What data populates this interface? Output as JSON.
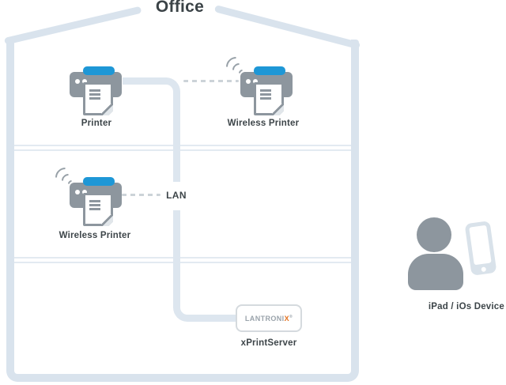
{
  "diagram": {
    "title": "Office",
    "network": {
      "lan_label": "LAN"
    },
    "nodes": {
      "printer": {
        "label": "Printer"
      },
      "wireless_printer_top": {
        "label": "Wireless Printer"
      },
      "wireless_printer_mid": {
        "label": "Wireless Printer"
      },
      "xprintserver": {
        "label": "xPrintServer",
        "logo_prefix": "LANTRONI",
        "logo_x": "X",
        "logo_mark": "®"
      },
      "ipad": {
        "label": "iPad / iOs Device"
      }
    },
    "icons": {
      "printer-icon": "gray printer with blue tray and paper sheet",
      "wifi-waves-icon": "three gray signal arcs",
      "person-icon": "gray head and torso silhouette",
      "tablet-icon": "light rounded tablet with home button",
      "lantronix-logo": "LANTRONIX wordmark with orange X"
    },
    "colors": {
      "wall": "#d9e3ed",
      "connector": "#dde6ef",
      "floor_line": "#e3eaf1",
      "dashed_line": "#ccd3d8",
      "device_gray": "#8d969e",
      "device_blue": "#1e97d6",
      "label_text": "#3d4549",
      "logo_gray": "#9aa3ab",
      "logo_accent": "#e4711e",
      "box_border": "#d5dade"
    }
  }
}
